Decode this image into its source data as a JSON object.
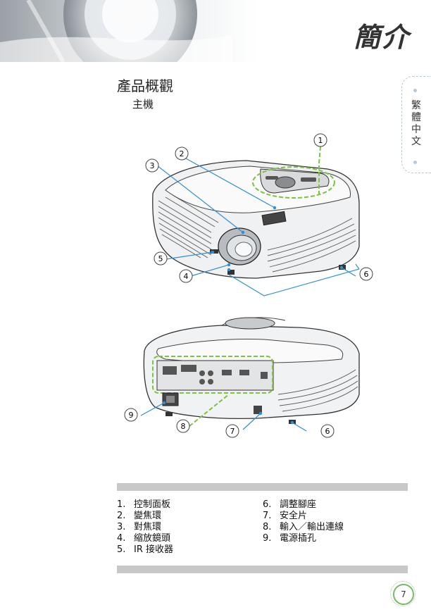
{
  "header": {
    "chapter_title": "簡介"
  },
  "side_tab": {
    "label": "繁體中文"
  },
  "section": {
    "title": "產品概觀",
    "subtitle": "主機"
  },
  "callouts_front": [
    "1",
    "2",
    "3",
    "4",
    "5",
    "6"
  ],
  "callouts_rear": [
    "9",
    "8",
    "7",
    "6"
  ],
  "legend": {
    "left": [
      {
        "num": "1.",
        "text": "控制面板"
      },
      {
        "num": "2.",
        "text": "變焦環"
      },
      {
        "num": "3.",
        "text": "對焦環"
      },
      {
        "num": "4.",
        "text": "縮放鏡頭"
      },
      {
        "num": "5.",
        "text": "IR 接收器"
      }
    ],
    "right": [
      {
        "num": "6.",
        "text": "調整腳座"
      },
      {
        "num": "7.",
        "text": "安全片"
      },
      {
        "num": "8.",
        "text": "輸入／輸出連線"
      },
      {
        "num": "9.",
        "text": "電源插孔"
      }
    ]
  },
  "page": {
    "number": "7"
  },
  "colors": {
    "accent_green": "#7dc241",
    "callout_line": "#2f8fd6",
    "bar_gray": "#c8c8c8"
  }
}
